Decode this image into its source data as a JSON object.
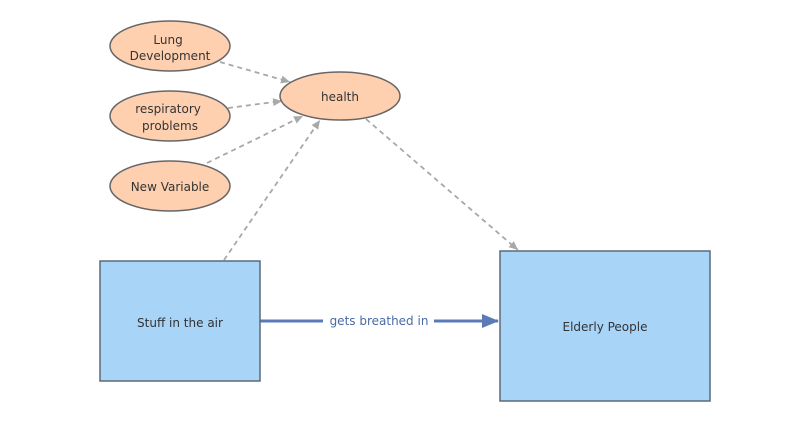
{
  "colors": {
    "ellipse_fill": "#ffd0b0",
    "ellipse_stroke": "#666666",
    "box_fill": "#a8d4f8",
    "box_stroke": "#5a6a78",
    "dashed_edge": "#a8a8a8",
    "solid_edge": "#5b7ab8",
    "edge_label": "#4a6aa5"
  },
  "nodes": {
    "lung": {
      "lines": [
        "Lung",
        "Development"
      ]
    },
    "respiratory": {
      "lines": [
        "respiratory",
        "problems"
      ]
    },
    "new_variable": {
      "lines": [
        "New Variable"
      ]
    },
    "health": {
      "lines": [
        "health"
      ]
    },
    "stuff": {
      "lines": [
        "Stuff in the air"
      ]
    },
    "elderly": {
      "lines": [
        "Elderly People"
      ]
    }
  },
  "edges": {
    "stuff_to_elderly": {
      "label": "gets breathed in"
    }
  }
}
